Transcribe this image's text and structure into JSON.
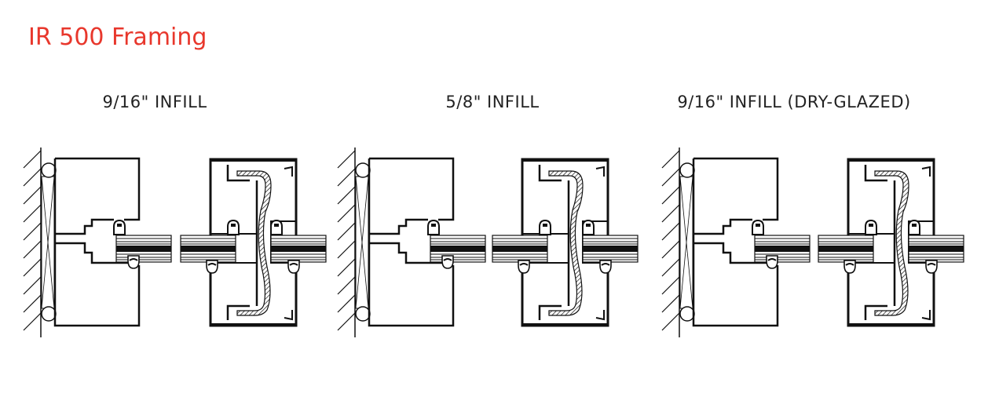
{
  "title": "IR 500 Framing",
  "title_color": "#e8372c",
  "sections": [
    {
      "label": "9/16\" INFILL"
    },
    {
      "label": "5/8\" INFILL"
    },
    {
      "label": "9/16\" INFILL (DRY-GLAZED)"
    }
  ]
}
